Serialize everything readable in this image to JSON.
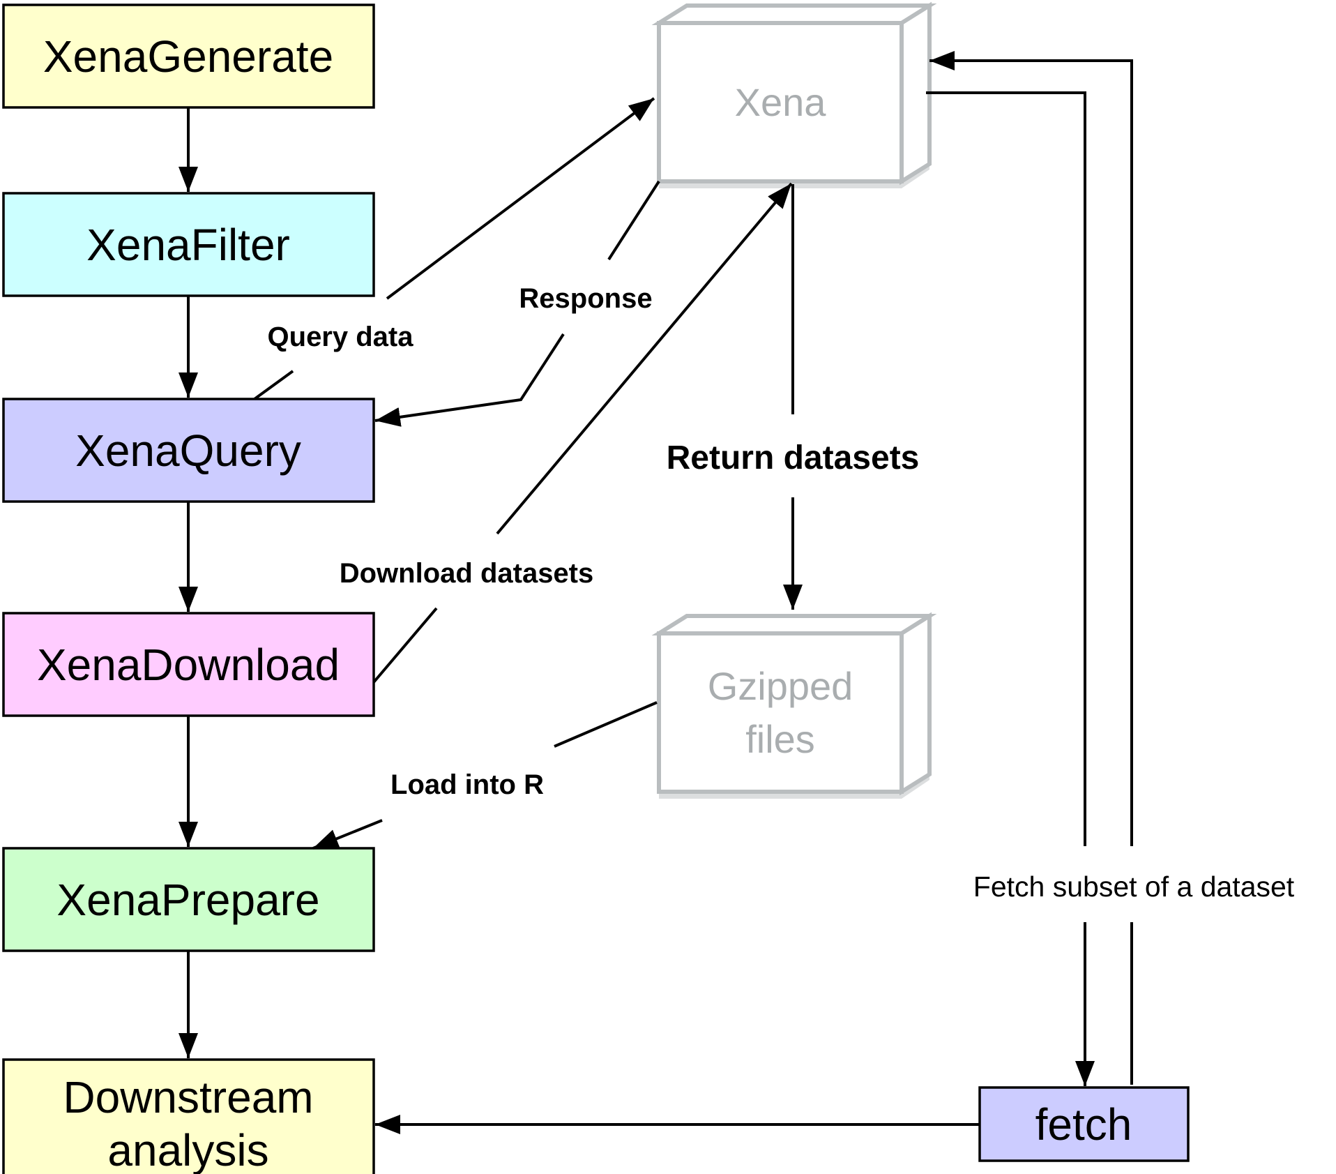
{
  "colors": {
    "xena_generate": "#ffffcc",
    "xena_filter": "#ccffff",
    "xena_query": "#ccccff",
    "xena_download": "#ffccff",
    "xena_prepare": "#ccffcc",
    "downstream": "#ffffcc",
    "fetch": "#ccccff",
    "data_store_border": "#b9bdbf",
    "data_store_text": "#a9adaf",
    "edge": "#000000"
  },
  "nodes": {
    "xena_generate": "XenaGenerate",
    "xena_filter": "XenaFilter",
    "xena_query": "XenaQuery",
    "xena_download": "XenaDownload",
    "xena_prepare": "XenaPrepare",
    "downstream": {
      "line1": "Downstream",
      "line2": "analysis"
    },
    "fetch": "fetch",
    "xena_hub": "Xena",
    "gzipped": {
      "line1": "Gzipped",
      "line2": "files"
    }
  },
  "edge_labels": {
    "query_data": "Query data",
    "response": "Response",
    "return_datasets": "Return datasets",
    "download_datasets": "Download datasets",
    "load_into_r": "Load into R",
    "fetch_subset": "Fetch subset of a dataset"
  }
}
